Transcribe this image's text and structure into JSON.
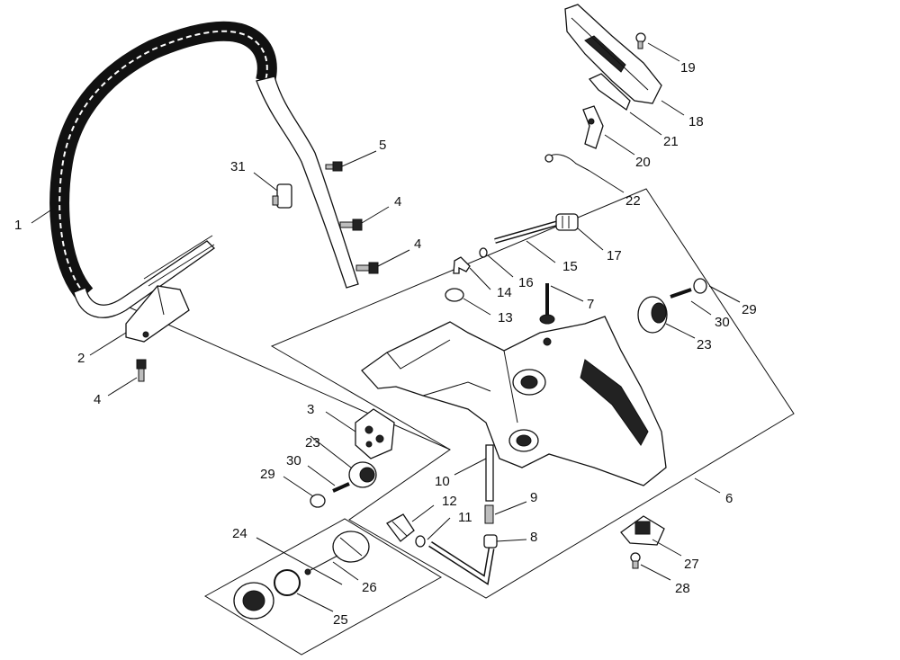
{
  "diagram": {
    "callouts": [
      {
        "id": "c1",
        "text": "1"
      },
      {
        "id": "c2",
        "text": "2"
      },
      {
        "id": "c3",
        "text": "3"
      },
      {
        "id": "c4a",
        "text": "4"
      },
      {
        "id": "c4b",
        "text": "4"
      },
      {
        "id": "c4c",
        "text": "4"
      },
      {
        "id": "c5",
        "text": "5"
      },
      {
        "id": "c6",
        "text": "6"
      },
      {
        "id": "c7",
        "text": "7"
      },
      {
        "id": "c8",
        "text": "8"
      },
      {
        "id": "c9",
        "text": "9"
      },
      {
        "id": "c10",
        "text": "10"
      },
      {
        "id": "c11",
        "text": "11"
      },
      {
        "id": "c12",
        "text": "12"
      },
      {
        "id": "c13",
        "text": "13"
      },
      {
        "id": "c14",
        "text": "14"
      },
      {
        "id": "c15",
        "text": "15"
      },
      {
        "id": "c16",
        "text": "16"
      },
      {
        "id": "c17",
        "text": "17"
      },
      {
        "id": "c18",
        "text": "18"
      },
      {
        "id": "c19",
        "text": "19"
      },
      {
        "id": "c20",
        "text": "20"
      },
      {
        "id": "c21",
        "text": "21"
      },
      {
        "id": "c22",
        "text": "22"
      },
      {
        "id": "c23a",
        "text": "23"
      },
      {
        "id": "c23b",
        "text": "23"
      },
      {
        "id": "c24",
        "text": "24"
      },
      {
        "id": "c25",
        "text": "25"
      },
      {
        "id": "c26",
        "text": "26"
      },
      {
        "id": "c27",
        "text": "27"
      },
      {
        "id": "c28",
        "text": "28"
      },
      {
        "id": "c29a",
        "text": "29"
      },
      {
        "id": "c29b",
        "text": "29"
      },
      {
        "id": "c30a",
        "text": "30"
      },
      {
        "id": "c30b",
        "text": "30"
      },
      {
        "id": "c31",
        "text": "31"
      }
    ]
  }
}
